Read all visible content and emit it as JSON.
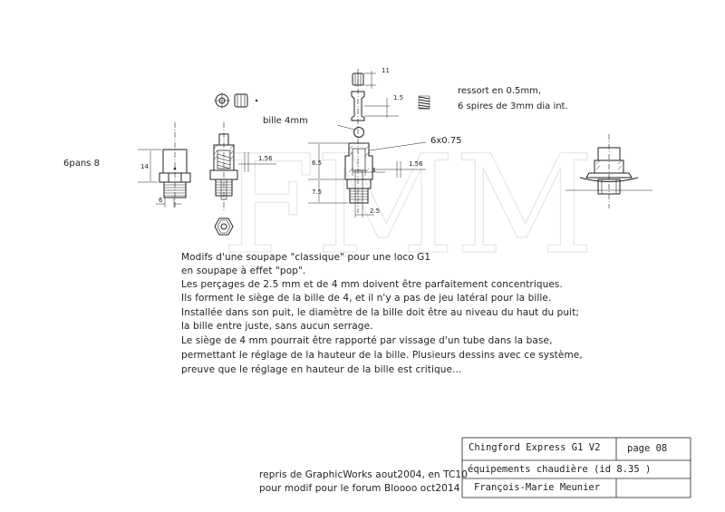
{
  "watermark": "FMM",
  "labels": {
    "hex_label": "6pans 8",
    "ball_label": "bille 4mm",
    "spring_label": [
      "ressort en 0.5mm,",
      "6 spires de 3mm dia int."
    ],
    "thread_label": "6x0.75"
  },
  "dimensions": {
    "d14": "14",
    "d6": "6",
    "d156_left": "1.56",
    "d11": "11",
    "d15": "1.5",
    "d65": "6.5",
    "d4": "4",
    "d156_right": "1.56",
    "d75": "7.5",
    "d25": "2.5"
  },
  "notes": [
    "Modifs d'une soupape \"classique\" pour une loco G1",
    "en soupape à effet \"pop\".",
    "Les perçages de 2.5 mm et de 4 mm doivent être parfaitement concentriques.",
    "Ils forment le siège de la bille de 4, et il n'y a pas de jeu latéral pour la bille.",
    "Installée dans son puit, le diamètre de la bille doit être au niveau du haut du puit;",
    "la bille entre juste, sans aucun serrage.",
    "Le siège de 4 mm pourrait être rapporté par vissage d'un tube dans la base,",
    "permettant le réglage de la hauteur de la bille. Plusieurs dessins avec ce système,",
    "preuve que le réglage en hauteur de la bille est critique..."
  ],
  "footer": {
    "line1": "repris de GraphicWorks aout2004, en TC10",
    "line2": "pour modif pour le forum Bloooo oct2014"
  },
  "title_block": {
    "title": "Chingford Express G1  V2",
    "page": "page 08",
    "subject": "équipements chaudière (id 8.35 )",
    "author": "François-Marie Meunier"
  }
}
